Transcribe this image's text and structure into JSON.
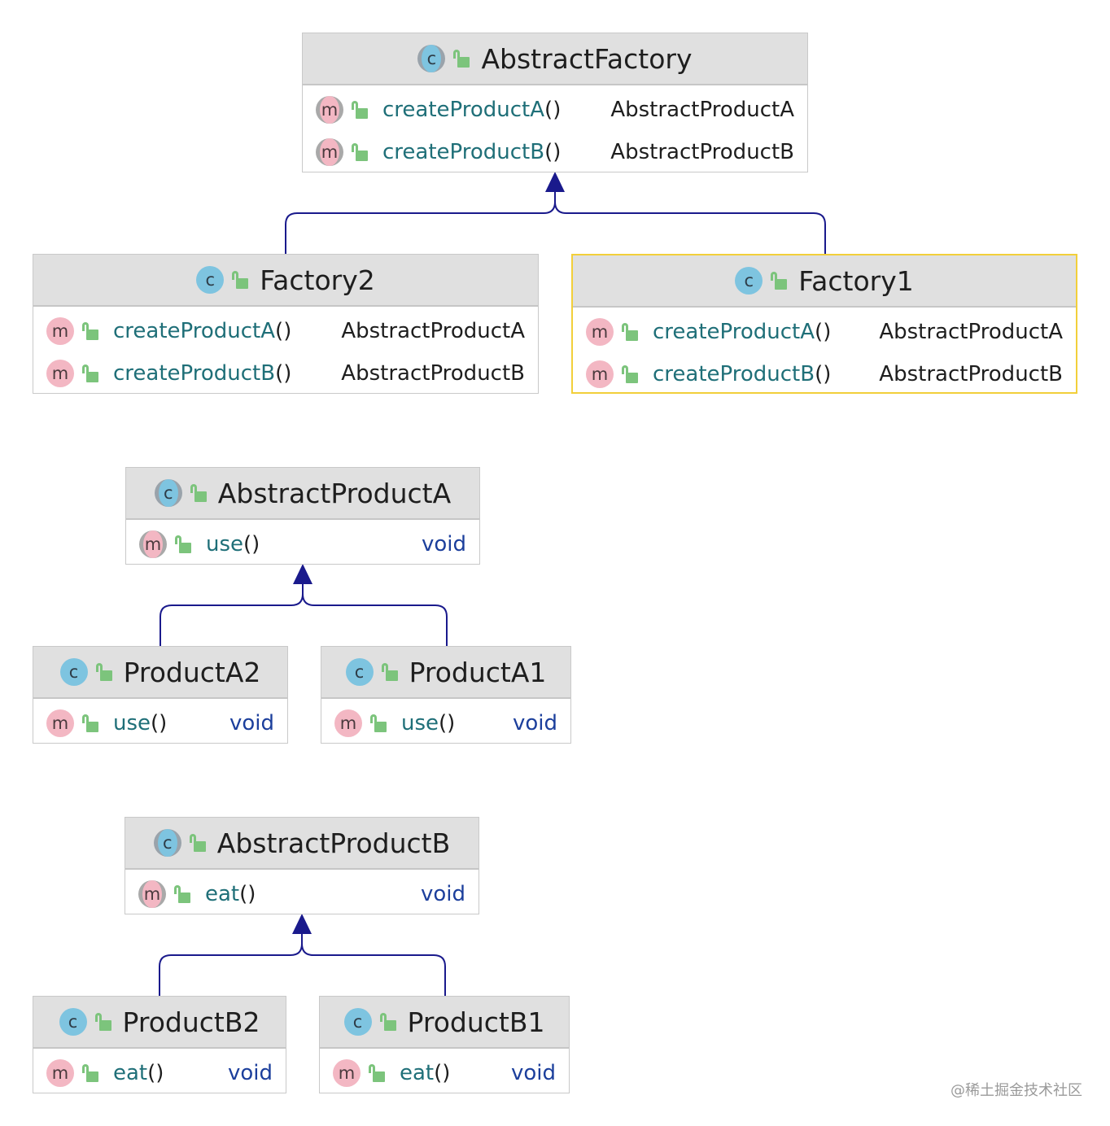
{
  "classes": {
    "abstract_factory": {
      "name": "AbstractFactory",
      "abstract": true,
      "methods": [
        {
          "name": "createProductA",
          "params": "()",
          "type": "AbstractProductA"
        },
        {
          "name": "createProductB",
          "params": "()",
          "type": "AbstractProductB"
        }
      ]
    },
    "factory2": {
      "name": "Factory2",
      "abstract": false,
      "methods": [
        {
          "name": "createProductA",
          "params": "()",
          "type": "AbstractProductA"
        },
        {
          "name": "createProductB",
          "params": "()",
          "type": "AbstractProductB"
        }
      ]
    },
    "factory1": {
      "name": "Factory1",
      "abstract": false,
      "selected": true,
      "methods": [
        {
          "name": "createProductA",
          "params": "()",
          "type": "AbstractProductA"
        },
        {
          "name": "createProductB",
          "params": "()",
          "type": "AbstractProductB"
        }
      ]
    },
    "abstract_product_a": {
      "name": "AbstractProductA",
      "abstract": true,
      "methods": [
        {
          "name": "use",
          "params": "()",
          "type": "void"
        }
      ]
    },
    "product_a2": {
      "name": "ProductA2",
      "abstract": false,
      "methods": [
        {
          "name": "use",
          "params": "()",
          "type": "void"
        }
      ]
    },
    "product_a1": {
      "name": "ProductA1",
      "abstract": false,
      "methods": [
        {
          "name": "use",
          "params": "()",
          "type": "void"
        }
      ]
    },
    "abstract_product_b": {
      "name": "AbstractProductB",
      "abstract": true,
      "methods": [
        {
          "name": "eat",
          "params": "()",
          "type": "void"
        }
      ]
    },
    "product_b2": {
      "name": "ProductB2",
      "abstract": false,
      "methods": [
        {
          "name": "eat",
          "params": "()",
          "type": "void"
        }
      ]
    },
    "product_b1": {
      "name": "ProductB1",
      "abstract": false,
      "methods": [
        {
          "name": "eat",
          "params": "()",
          "type": "void"
        }
      ]
    }
  },
  "edges": [
    {
      "from": "Factory2",
      "to": "AbstractFactory",
      "kind": "generalization"
    },
    {
      "from": "Factory1",
      "to": "AbstractFactory",
      "kind": "generalization"
    },
    {
      "from": "ProductA2",
      "to": "AbstractProductA",
      "kind": "generalization"
    },
    {
      "from": "ProductA1",
      "to": "AbstractProductA",
      "kind": "generalization"
    },
    {
      "from": "ProductB2",
      "to": "AbstractProductB",
      "kind": "generalization"
    },
    {
      "from": "ProductB1",
      "to": "AbstractProductB",
      "kind": "generalization"
    }
  ],
  "icons": {
    "class": "class-icon",
    "method": "method-icon",
    "visibility": "public-lock-icon"
  },
  "colors": {
    "method_name": "#1f6f78",
    "primitive_type": "#1c3f9c",
    "edge": "#1a1a8c",
    "selection": "#f2cf3a",
    "header": "#e0e0e0"
  },
  "watermark": "@稀土掘金技术社区"
}
